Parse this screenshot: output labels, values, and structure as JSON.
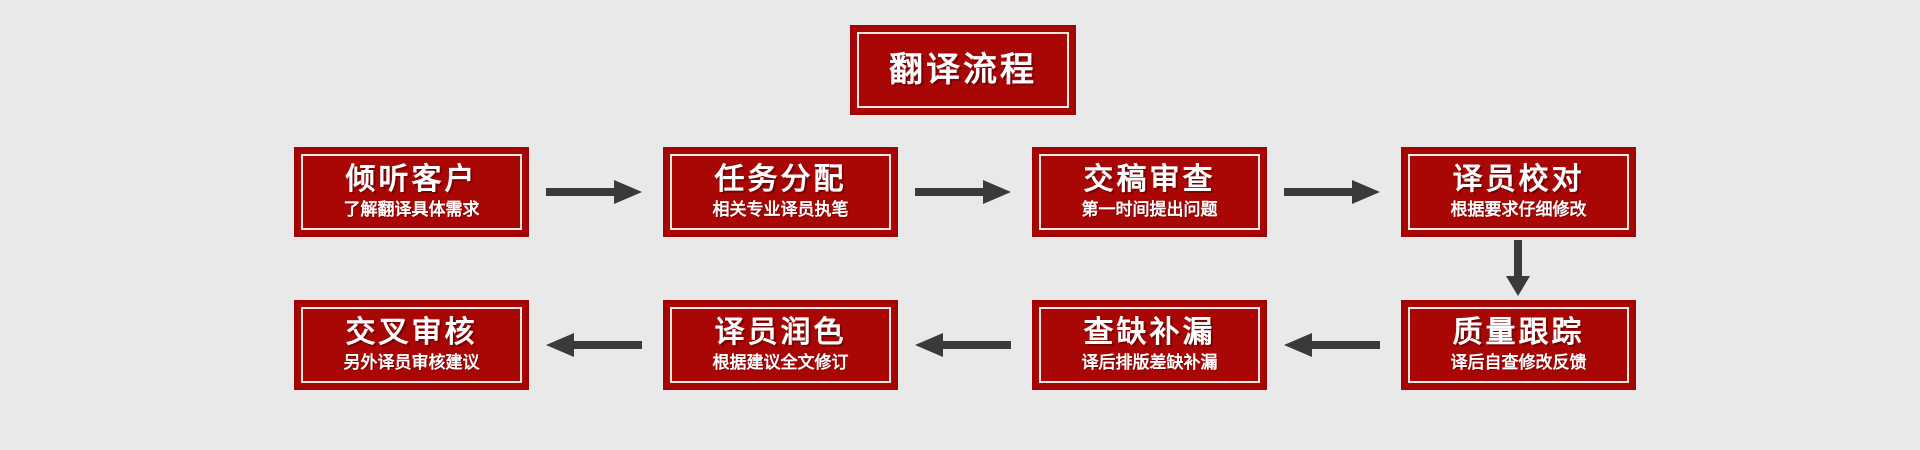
{
  "page": {
    "background_color": "#e9e9e9",
    "box_fill_color": "#a90606",
    "box_border_color": "#a10404",
    "box_inner_border_color": "#f0e6e4",
    "text_color": "#ffffff",
    "arrow_color": "#3a3a3a"
  },
  "header": {
    "title": "翻译流程"
  },
  "flow": {
    "row1": [
      {
        "title": "倾听客户",
        "subtitle": "了解翻译具体需求"
      },
      {
        "title": "任务分配",
        "subtitle": "相关专业译员执笔"
      },
      {
        "title": "交稿审查",
        "subtitle": "第一时间提出问题"
      },
      {
        "title": "译员校对",
        "subtitle": "根据要求仔细修改"
      }
    ],
    "row2": [
      {
        "title": "交叉审核",
        "subtitle": "另外译员审核建议"
      },
      {
        "title": "译员润色",
        "subtitle": "根据建议全文修订"
      },
      {
        "title": "查缺补漏",
        "subtitle": "译后排版差缺补漏"
      },
      {
        "title": "质量跟踪",
        "subtitle": "译后自查修改反馈"
      }
    ],
    "connectors": {
      "row1_arrows": [
        "arrow-right-icon",
        "arrow-right-icon",
        "arrow-right-icon"
      ],
      "row1_to_row2": "arrow-down-icon",
      "row2_arrows": [
        "arrow-left-icon",
        "arrow-left-icon",
        "arrow-left-icon"
      ]
    }
  }
}
